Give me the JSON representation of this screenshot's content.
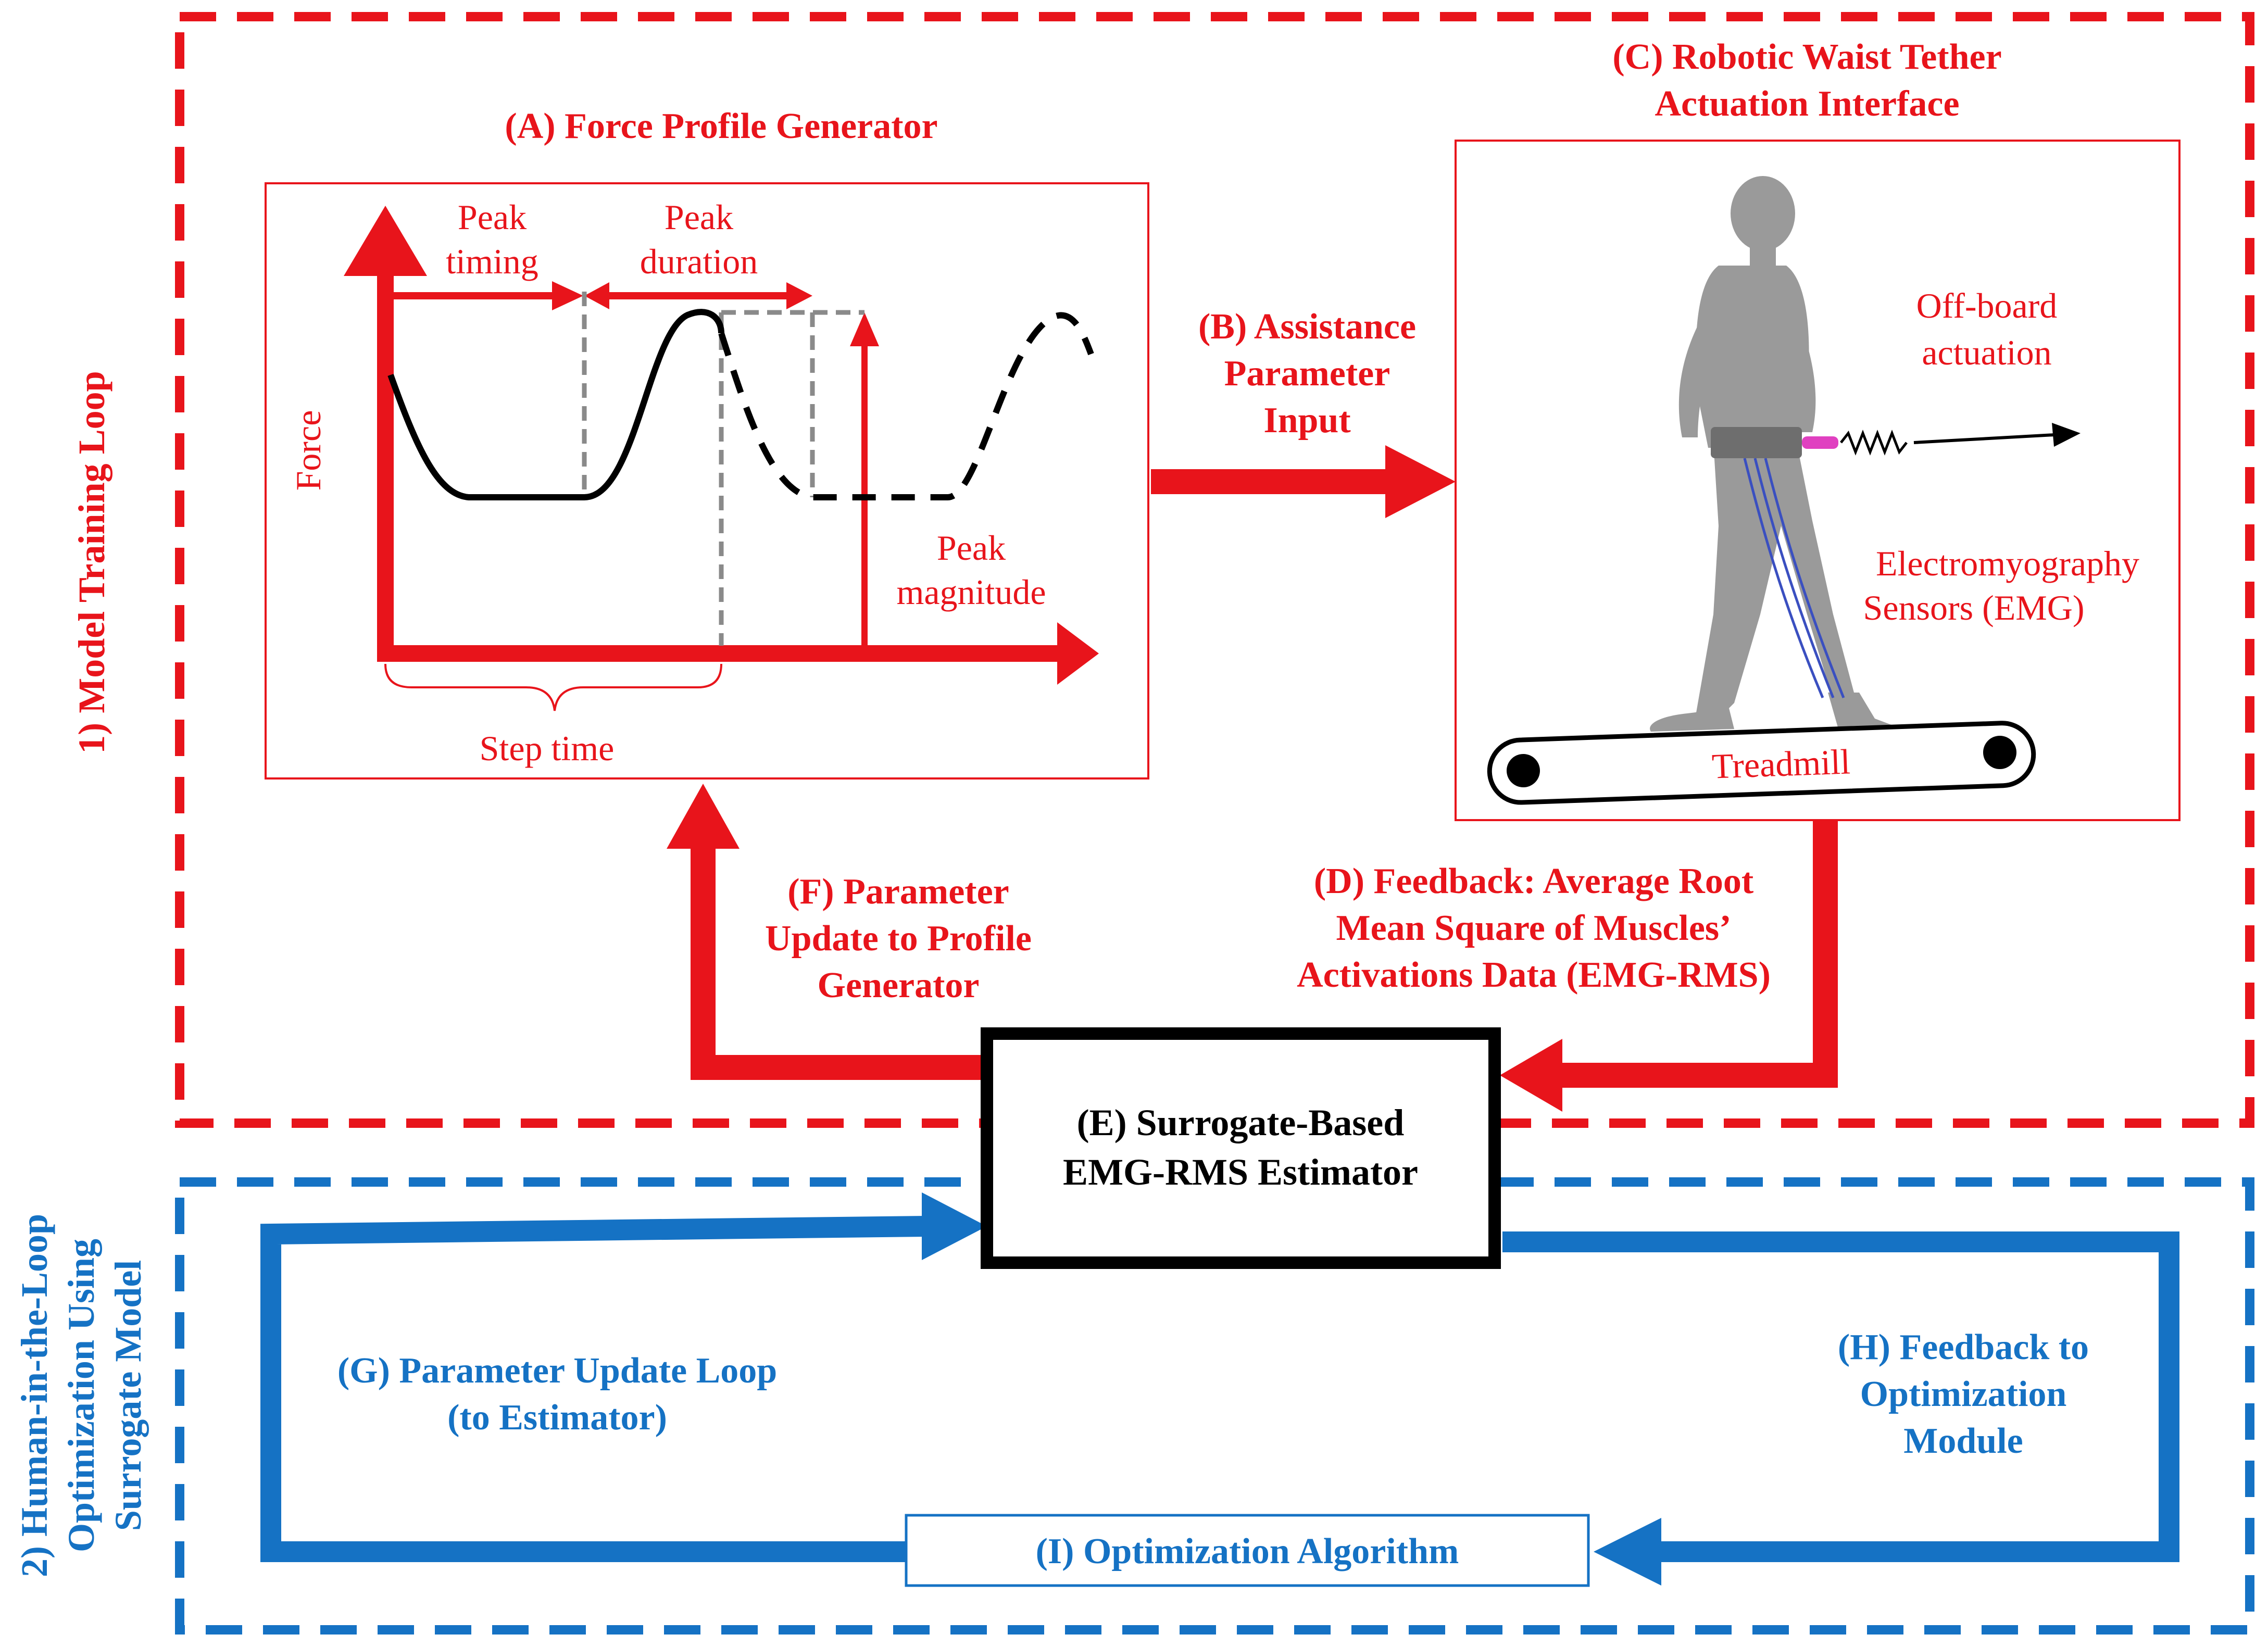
{
  "colors": {
    "red": "#e8141b",
    "blue": "#1572c4",
    "black": "#000000",
    "grey_dash": "#8a8a8a",
    "figure_grey": "#9a9a9a",
    "pink": "#e040c0"
  },
  "training_loop": {
    "title": "1) Model Training Loop"
  },
  "hilo_loop": {
    "title_line1": "2) Human-in-the-Loop",
    "title_line2": "Optimization Using",
    "title_line3": "Surrogate Model"
  },
  "force_profile": {
    "title": "(A) Force Profile Generator",
    "peak_timing_line1": "Peak",
    "peak_timing_line2": "timing",
    "peak_duration_line1": "Peak",
    "peak_duration_line2": "duration",
    "force_axis": "Force",
    "peak_magnitude_line1": "Peak",
    "peak_magnitude_line2": "magnitude",
    "step_time": "Step time"
  },
  "assistance_input": {
    "line1": "(B) Assistance",
    "line2": "Parameter",
    "line3": "Input"
  },
  "tether": {
    "title_line1": "(C) Robotic Waist Tether",
    "title_line2": "Actuation Interface",
    "offboard_line1": "Off-board",
    "offboard_line2": "actuation",
    "emg_line1": "Electromyography",
    "emg_line2": "Sensors (EMG)",
    "treadmill": "Treadmill"
  },
  "feedback_d": {
    "line1": "(D) Feedback: Average Root",
    "line2": "Mean Square of Muscles’",
    "line3": "Activations Data (EMG-RMS)"
  },
  "estimator": {
    "line1": "(E) Surrogate-Based",
    "line2": "EMG-RMS Estimator"
  },
  "param_update_f": {
    "line1": "(F) Parameter",
    "line2": "Update to Profile",
    "line3": "Generator"
  },
  "param_loop_g": {
    "line1": "(G) Parameter Update Loop",
    "line2": "(to Estimator)"
  },
  "feedback_h": {
    "line1": "(H) Feedback to",
    "line2": "Optimization",
    "line3": "Module"
  },
  "optimizer": {
    "label": "(I) Optimization Algorithm"
  }
}
